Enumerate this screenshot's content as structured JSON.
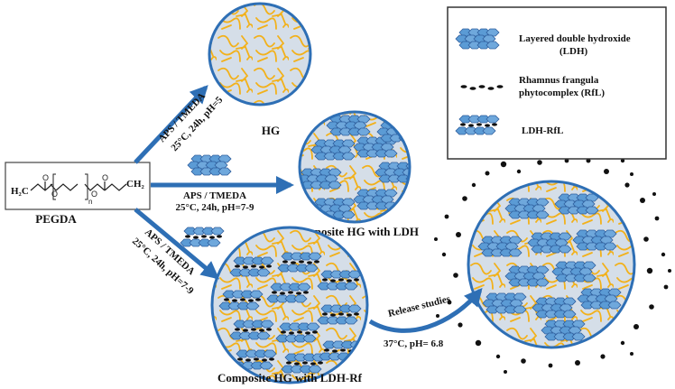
{
  "legend": {
    "ldh": [
      "Layered double hydroxide",
      "(LDH)"
    ],
    "rfl": [
      "Rhamnus frangula",
      "phytocomplex (RfL)"
    ],
    "ldh_rfl": "LDH-RfL"
  },
  "monomer": {
    "label": "PEGDA",
    "left_group": "H₂C",
    "right_group": "CH₂",
    "subscript": "n"
  },
  "routes": {
    "hg": {
      "line1": "APS / TMEDA",
      "line2": "25°C, 24h, pH=5",
      "caption": "HG"
    },
    "ldh": {
      "line1": "APS / TMEDA",
      "line2": "25°C, 24h, pH=7-9",
      "caption": "Composite HG with LDH"
    },
    "ldh_rf": {
      "line1": "APS / TMEDA",
      "line2": "25°C, 24h, pH=7-9",
      "caption": "Composite HG with LDH-Rf"
    }
  },
  "release": {
    "label": "Release studies",
    "conditions": "37°C, pH= 6.8"
  },
  "colors": {
    "arrow": "#2e6fb5",
    "circle_fill": "#d5dee8",
    "circle_stroke": "#2e6fb5",
    "polymer": "#f2b11b",
    "ldh": "#5b9bd5",
    "ldh_dark": "#2f5f9e",
    "dot": "#111111"
  }
}
